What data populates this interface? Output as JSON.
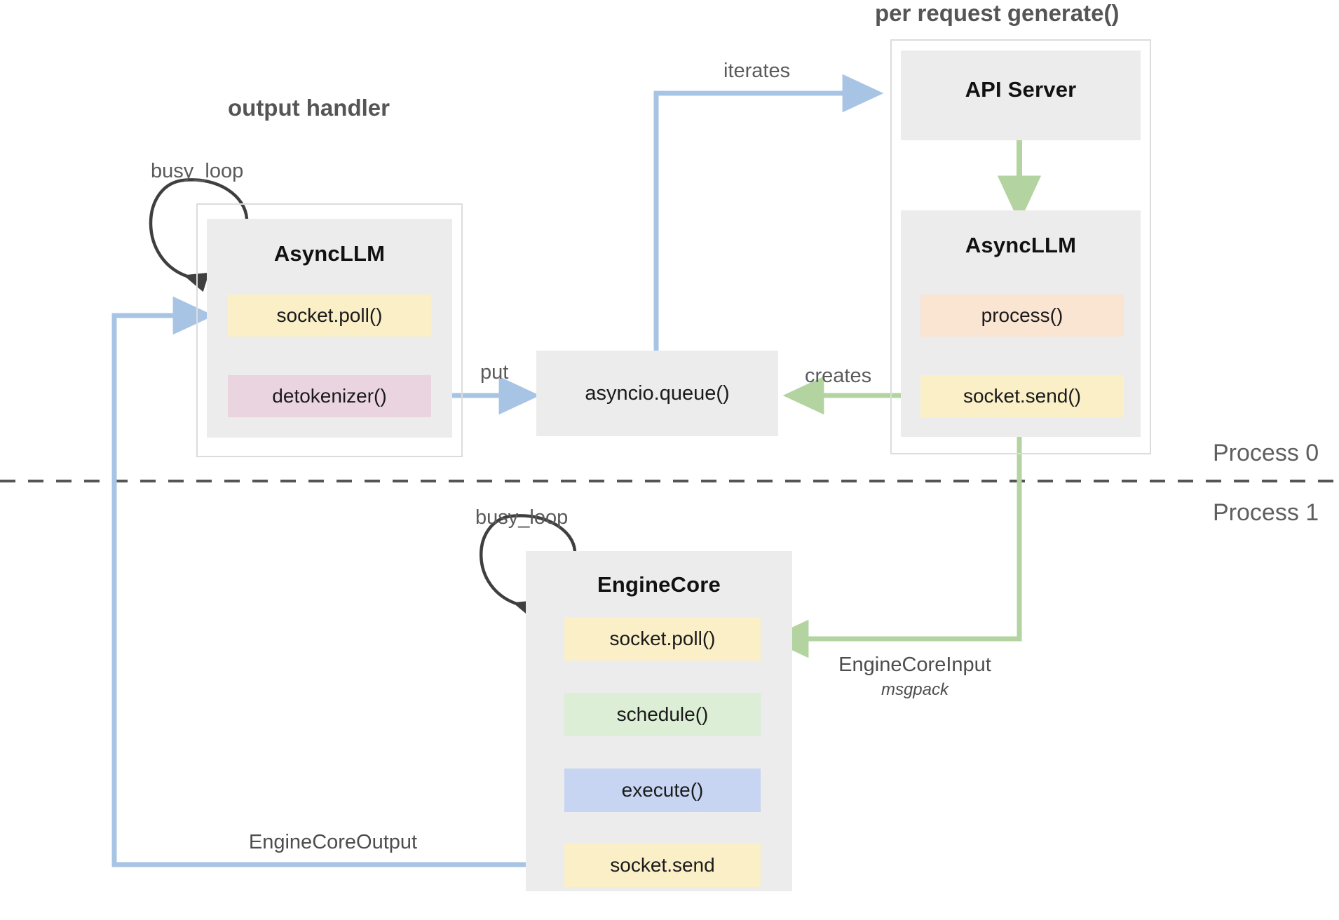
{
  "diagram": {
    "title_left": "output handler",
    "title_right": "per request generate()",
    "process_labels": {
      "top": "Process 0",
      "bottom": "Process 1"
    },
    "colors": {
      "blue_arrow": "#a8c4e4",
      "green_arrow": "#b3d4a0",
      "dark_arrow": "#3f3f3f",
      "box_gray": "#ececec",
      "frame_gray": "#dcdcdc",
      "yellow": "#fbefc8",
      "pink": "#e9d4df",
      "peach": "#fae4d2",
      "green": "#dceed5",
      "blue": "#c7d5f2"
    }
  },
  "output_handler": {
    "group_title": "AsyncLLM",
    "loop_label": "busy_loop",
    "slots": [
      {
        "label": "socket.poll()",
        "color": "yellow"
      },
      {
        "label": "detokenizer()",
        "color": "pink"
      }
    ]
  },
  "queue": {
    "label": "asyncio.queue()"
  },
  "per_request": {
    "api_server": {
      "title": "API Server"
    },
    "async_llm": {
      "group_title": "AsyncLLM",
      "slots": [
        {
          "label": "process()",
          "color": "peach"
        },
        {
          "label": "socket.send()",
          "color": "yellow"
        }
      ]
    }
  },
  "engine_core": {
    "group_title": "EngineCore",
    "loop_label": "busy_loop",
    "slots": [
      {
        "label": "socket.poll()",
        "color": "yellow"
      },
      {
        "label": "schedule()",
        "color": "green"
      },
      {
        "label": "execute()",
        "color": "blue"
      },
      {
        "label": "socket.send",
        "color": "yellow"
      }
    ]
  },
  "edges": {
    "iterates": "iterates",
    "put": "put",
    "creates": "creates",
    "engine_core_input": "EngineCoreInput",
    "engine_core_input_sub": "msgpack",
    "engine_core_output": "EngineCoreOutput"
  }
}
